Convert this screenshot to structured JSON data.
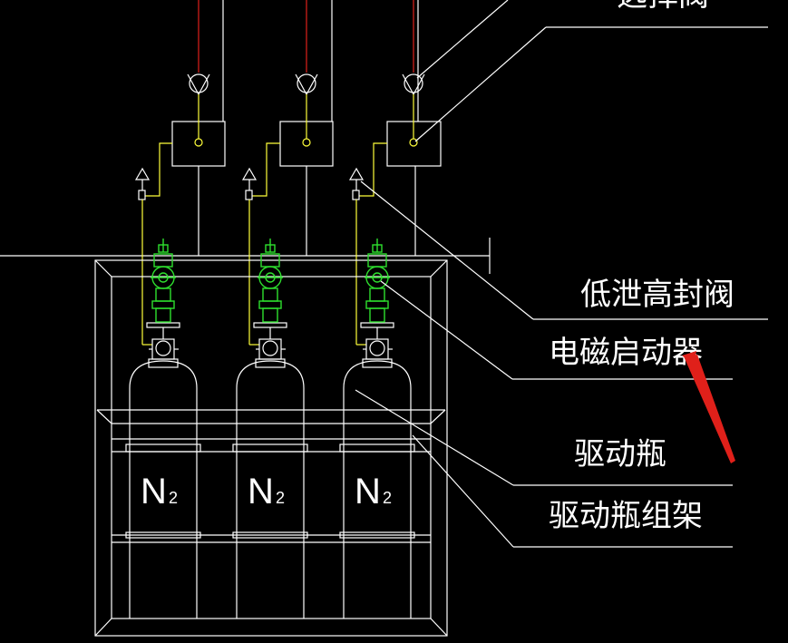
{
  "labels": {
    "top_cut": "选择阀",
    "valve": "低泄高封阀",
    "starter": "电磁启动器",
    "bottle": "驱动瓶",
    "rack": "驱动瓶组架"
  },
  "bottles": [
    {
      "gas": "N",
      "sub": "2"
    },
    {
      "gas": "N",
      "sub": "2"
    },
    {
      "gas": "N",
      "sub": "2"
    }
  ],
  "colors": {
    "background": "#000000",
    "line": "#ffffff",
    "pipe_yellow": "#ffff3a",
    "pipe_red": "#e0201a",
    "valve_green": "#2ee02e",
    "arrow": "#e0201a"
  }
}
